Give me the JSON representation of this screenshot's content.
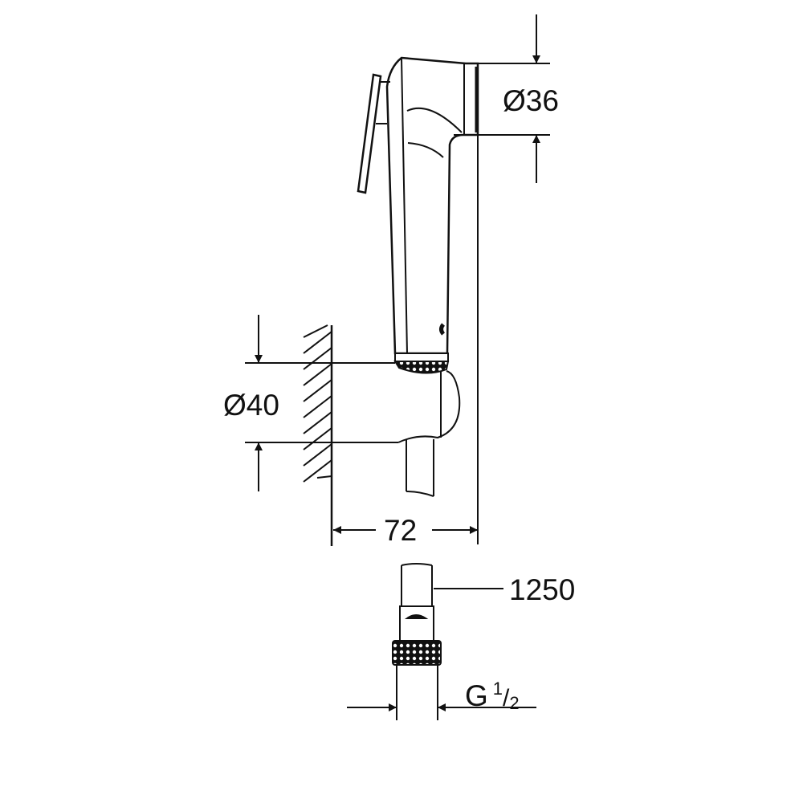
{
  "drawing": {
    "title": "Hand shower set with wall holder - dimension drawing",
    "stroke_color": "#111111",
    "background": "#ffffff"
  },
  "dimensions": {
    "head_diameter": "Ø36",
    "holder_diameter": "Ø40",
    "projection": "72",
    "hose_length": "1250",
    "thread_main": "G",
    "thread_num": "1",
    "thread_slash": "/",
    "thread_den": "2"
  },
  "components": [
    {
      "name": "hand-shower"
    },
    {
      "name": "trigger-lever"
    },
    {
      "name": "wall-holder"
    },
    {
      "name": "wall-hatch"
    },
    {
      "name": "hose"
    },
    {
      "name": "hose-nut"
    }
  ]
}
